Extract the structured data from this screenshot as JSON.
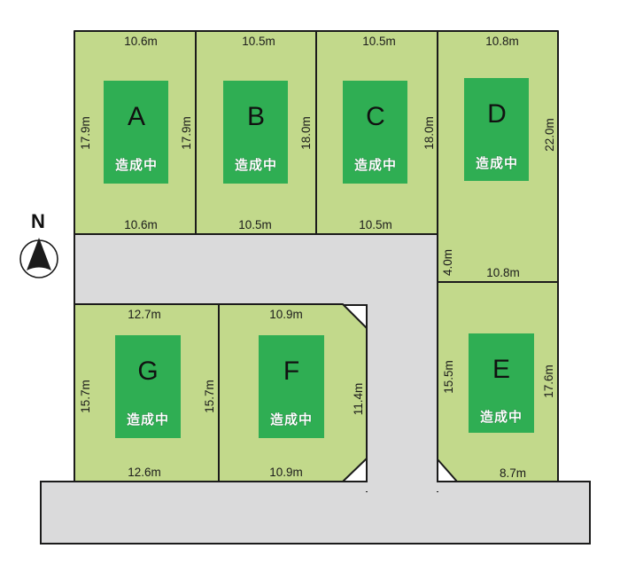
{
  "compass": {
    "label": "N"
  },
  "lots": [
    {
      "id": "A",
      "status": "造成中",
      "dims": [
        "10.6m",
        "10.6m",
        "17.9m",
        "17.9m"
      ]
    },
    {
      "id": "B",
      "status": "造成中",
      "dims": [
        "10.5m",
        "10.5m",
        "18.0m"
      ]
    },
    {
      "id": "C",
      "status": "造成中",
      "dims": [
        "10.5m",
        "10.5m",
        "18.0m"
      ]
    },
    {
      "id": "D",
      "status": "造成中",
      "dims": [
        "10.8m",
        "10.8m",
        "22.0m",
        "4.0m"
      ]
    },
    {
      "id": "E",
      "status": "造成中",
      "dims": [
        "8.7m",
        "15.5m",
        "17.6m"
      ]
    },
    {
      "id": "F",
      "status": "造成中",
      "dims": [
        "10.9m",
        "10.9m",
        "11.4m"
      ]
    },
    {
      "id": "G",
      "status": "造成中",
      "dims": [
        "12.7m",
        "12.6m",
        "15.7m",
        "15.7m"
      ]
    }
  ],
  "colors": {
    "lot": "#c2d98b",
    "badge": "#2fae53",
    "road": "#dadadb",
    "outline": "#1b1b1b"
  }
}
